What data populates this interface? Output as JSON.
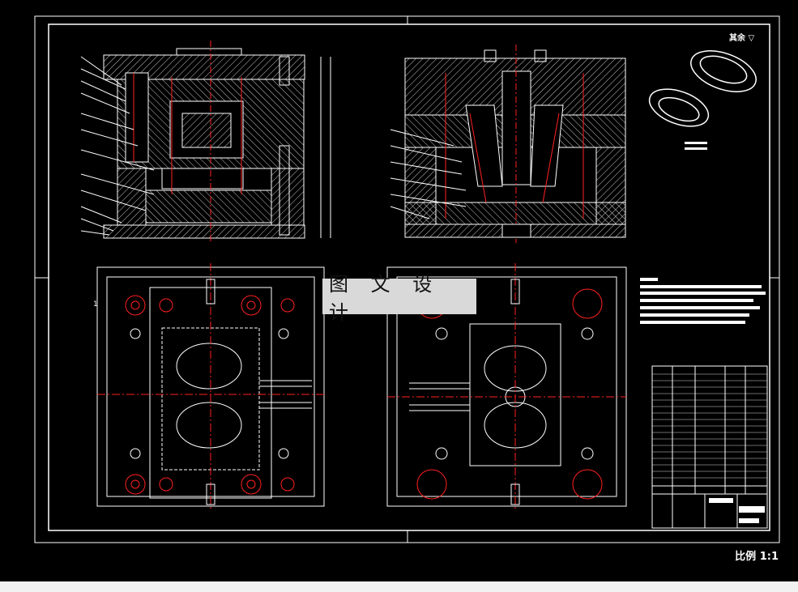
{
  "watermark": "图 文 设 计",
  "scale_note": "比例 1:1",
  "surface_mark": "其余 ▽",
  "callout_one": "1",
  "colors": {
    "background": "#000000",
    "line": "#ffffff",
    "hatch": "#c8c8c8",
    "centerline": "#ff2020",
    "watermark_bg": "#d9d9d9",
    "strip": "#f2f2f2"
  }
}
